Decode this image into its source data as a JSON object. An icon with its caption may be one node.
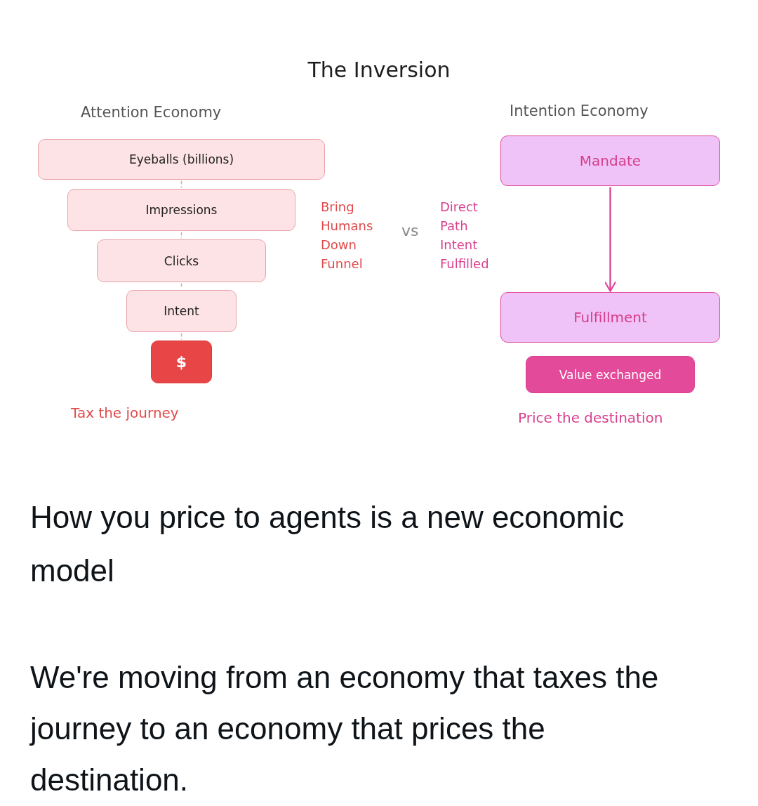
{
  "diagram": {
    "title": "The Inversion",
    "nodes": [
      {
        "text": [
          "Eyeballs (billions)"
        ]
      },
      {
        "text": [
          "Impressions"
        ]
      },
      {
        "text": [
          "Clicks"
        ]
      },
      {
        "text": [
          "Intent"
        ]
      },
      {
        "text": [
          "$"
        ]
      },
      {
        "text": [
          "Mandate"
        ]
      },
      {
        "text": [
          "Fulfillment"
        ]
      },
      {
        "text": [
          "Value exchanged"
        ]
      }
    ],
    "edges": [
      {
        "from": 0,
        "to": 1,
        "arrow": "none",
        "style": "dashed"
      },
      {
        "from": 1,
        "to": 2,
        "arrow": "none",
        "style": "dashed"
      },
      {
        "from": 2,
        "to": 3,
        "arrow": "none",
        "style": "dashed"
      },
      {
        "from": 3,
        "to": 4,
        "arrow": "none",
        "style": "dashed"
      },
      {
        "from": 5,
        "to": 6,
        "arrow": "to",
        "color": "#e0459a"
      }
    ],
    "labels": [
      "Attention Economy",
      "Intention Economy",
      "Bring Humans Down Funnel",
      "vs",
      "Direct Path Intent Fulfilled",
      "Tax the journey",
      "Price the destination",
      "How you price to agents is a new economic model",
      "We're moving from an economy that taxes the journey to an economy that prices the destination."
    ]
  }
}
